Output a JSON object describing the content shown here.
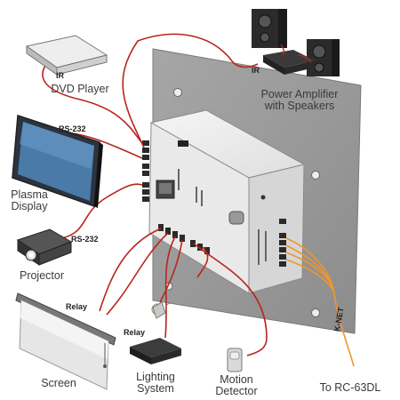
{
  "devices": {
    "dvd": {
      "label": "DVD Player"
    },
    "amplifier": {
      "label_line1": "Power Amplifier",
      "label_line2": "with Speakers"
    },
    "plasma": {
      "label_line1": "Plasma",
      "label_line2": "Display"
    },
    "projector": {
      "label": "Projector"
    },
    "screen": {
      "label": "Screen"
    },
    "lighting": {
      "label_line1": "Lighting",
      "label_line2": "System"
    },
    "motion": {
      "label_line1": "Motion",
      "label_line2": "Detector"
    },
    "rc": {
      "label": "To RC-63DL"
    }
  },
  "connections": {
    "ir_dvd": "IR",
    "ir_amp": "IR",
    "rs232_plasma": "RS-232",
    "rs232_projector": "RS-232",
    "relay_screen": "Relay",
    "relay_lighting": "Relay",
    "knet": "K-NET"
  },
  "colors": {
    "cable": "#b8251b",
    "knet_cable": "#f0962e",
    "wall_plate": "#9b9a9a",
    "controller_body": "#ececec",
    "label_text": "#3a3a3a"
  }
}
